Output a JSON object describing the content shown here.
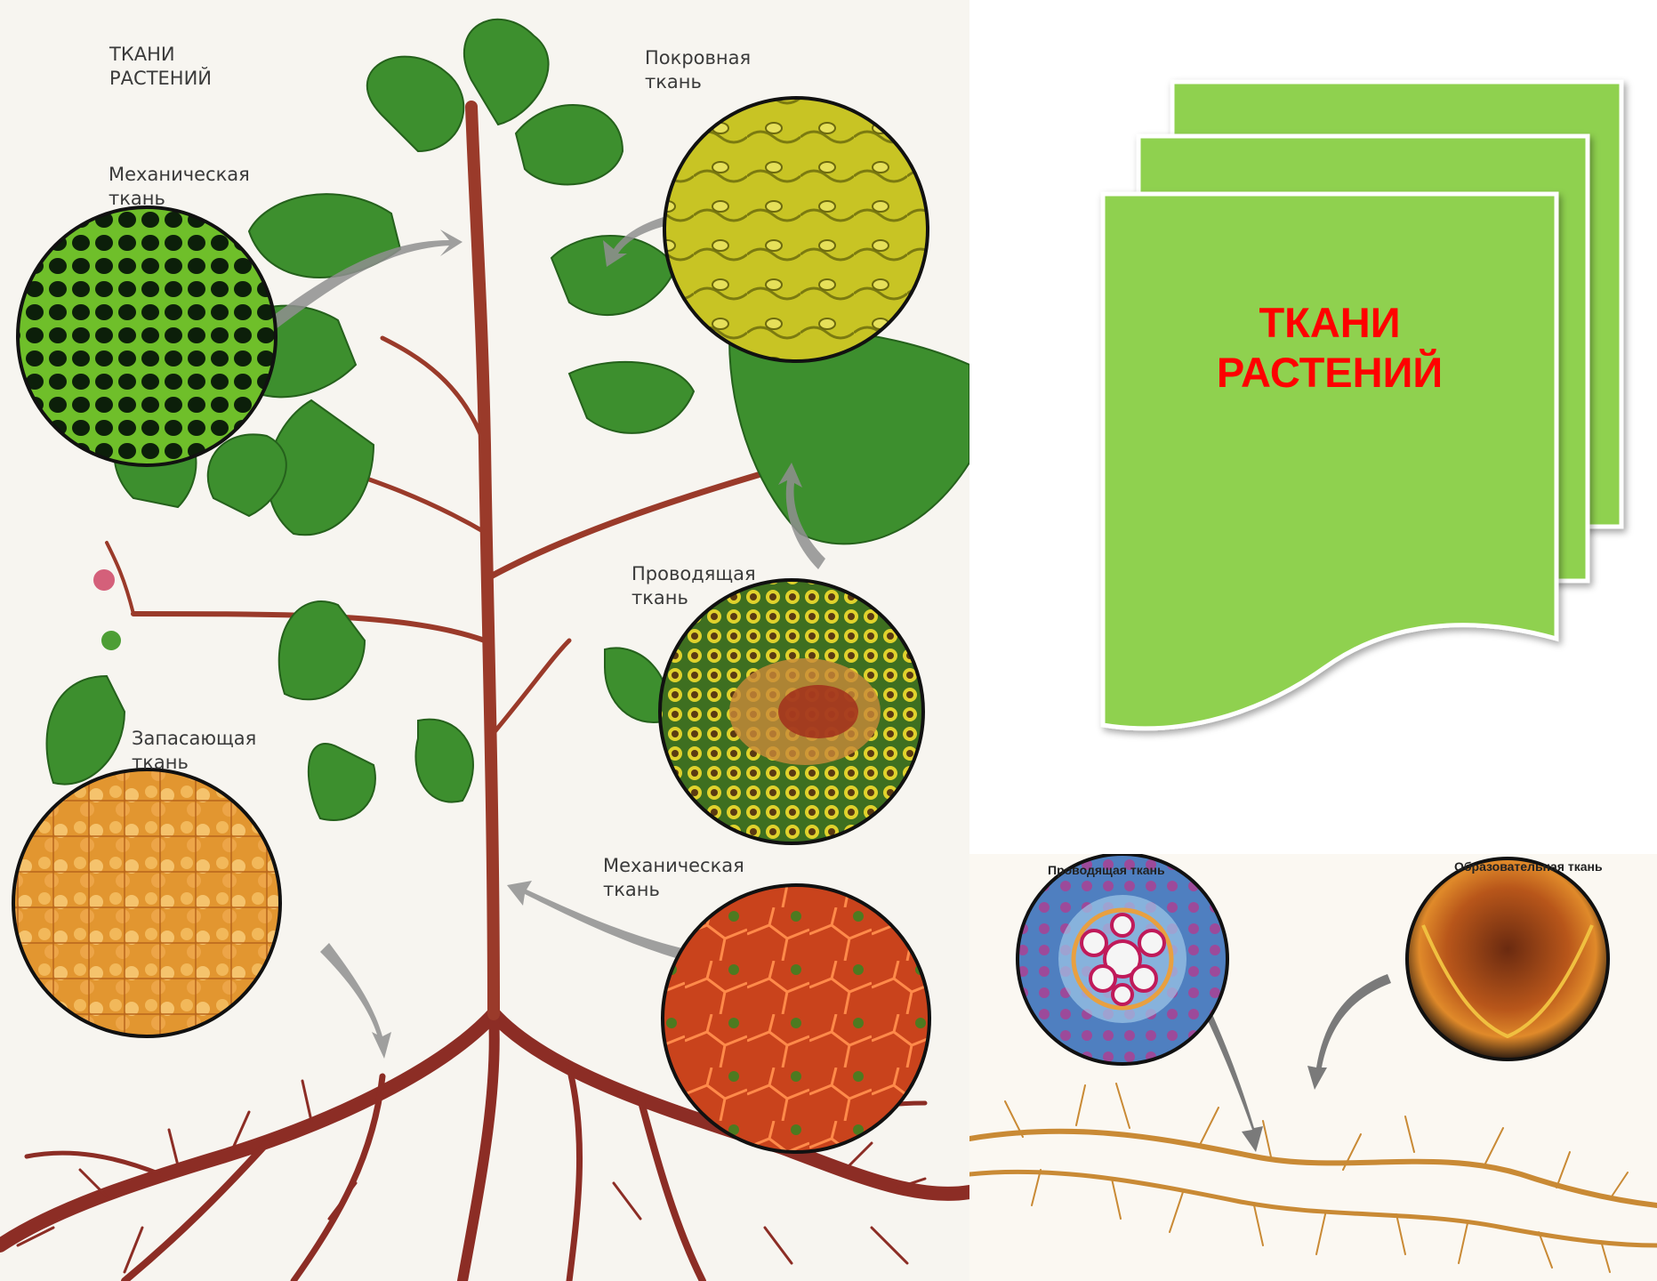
{
  "diagram": {
    "heading": [
      "ТКАНИ",
      "РАСТЕНИЙ"
    ],
    "callouts": {
      "mech_top": [
        "Механическая",
        "ткань"
      ],
      "cover": [
        "Покровная",
        "ткань"
      ],
      "conduct": [
        "Проводящая",
        "ткань"
      ],
      "storage": [
        "Запасающая",
        "ткань"
      ],
      "mech_bottom": [
        "Механическая",
        "ткань"
      ]
    }
  },
  "slide": {
    "title": [
      "ТКАНИ",
      "РАСТЕНИЙ"
    ],
    "accent_color": "#8fd14f",
    "title_color": "#ff0000"
  },
  "root_panel": {
    "left_label": "Проводящая ткань",
    "right_label": "Образовательная ткань"
  }
}
